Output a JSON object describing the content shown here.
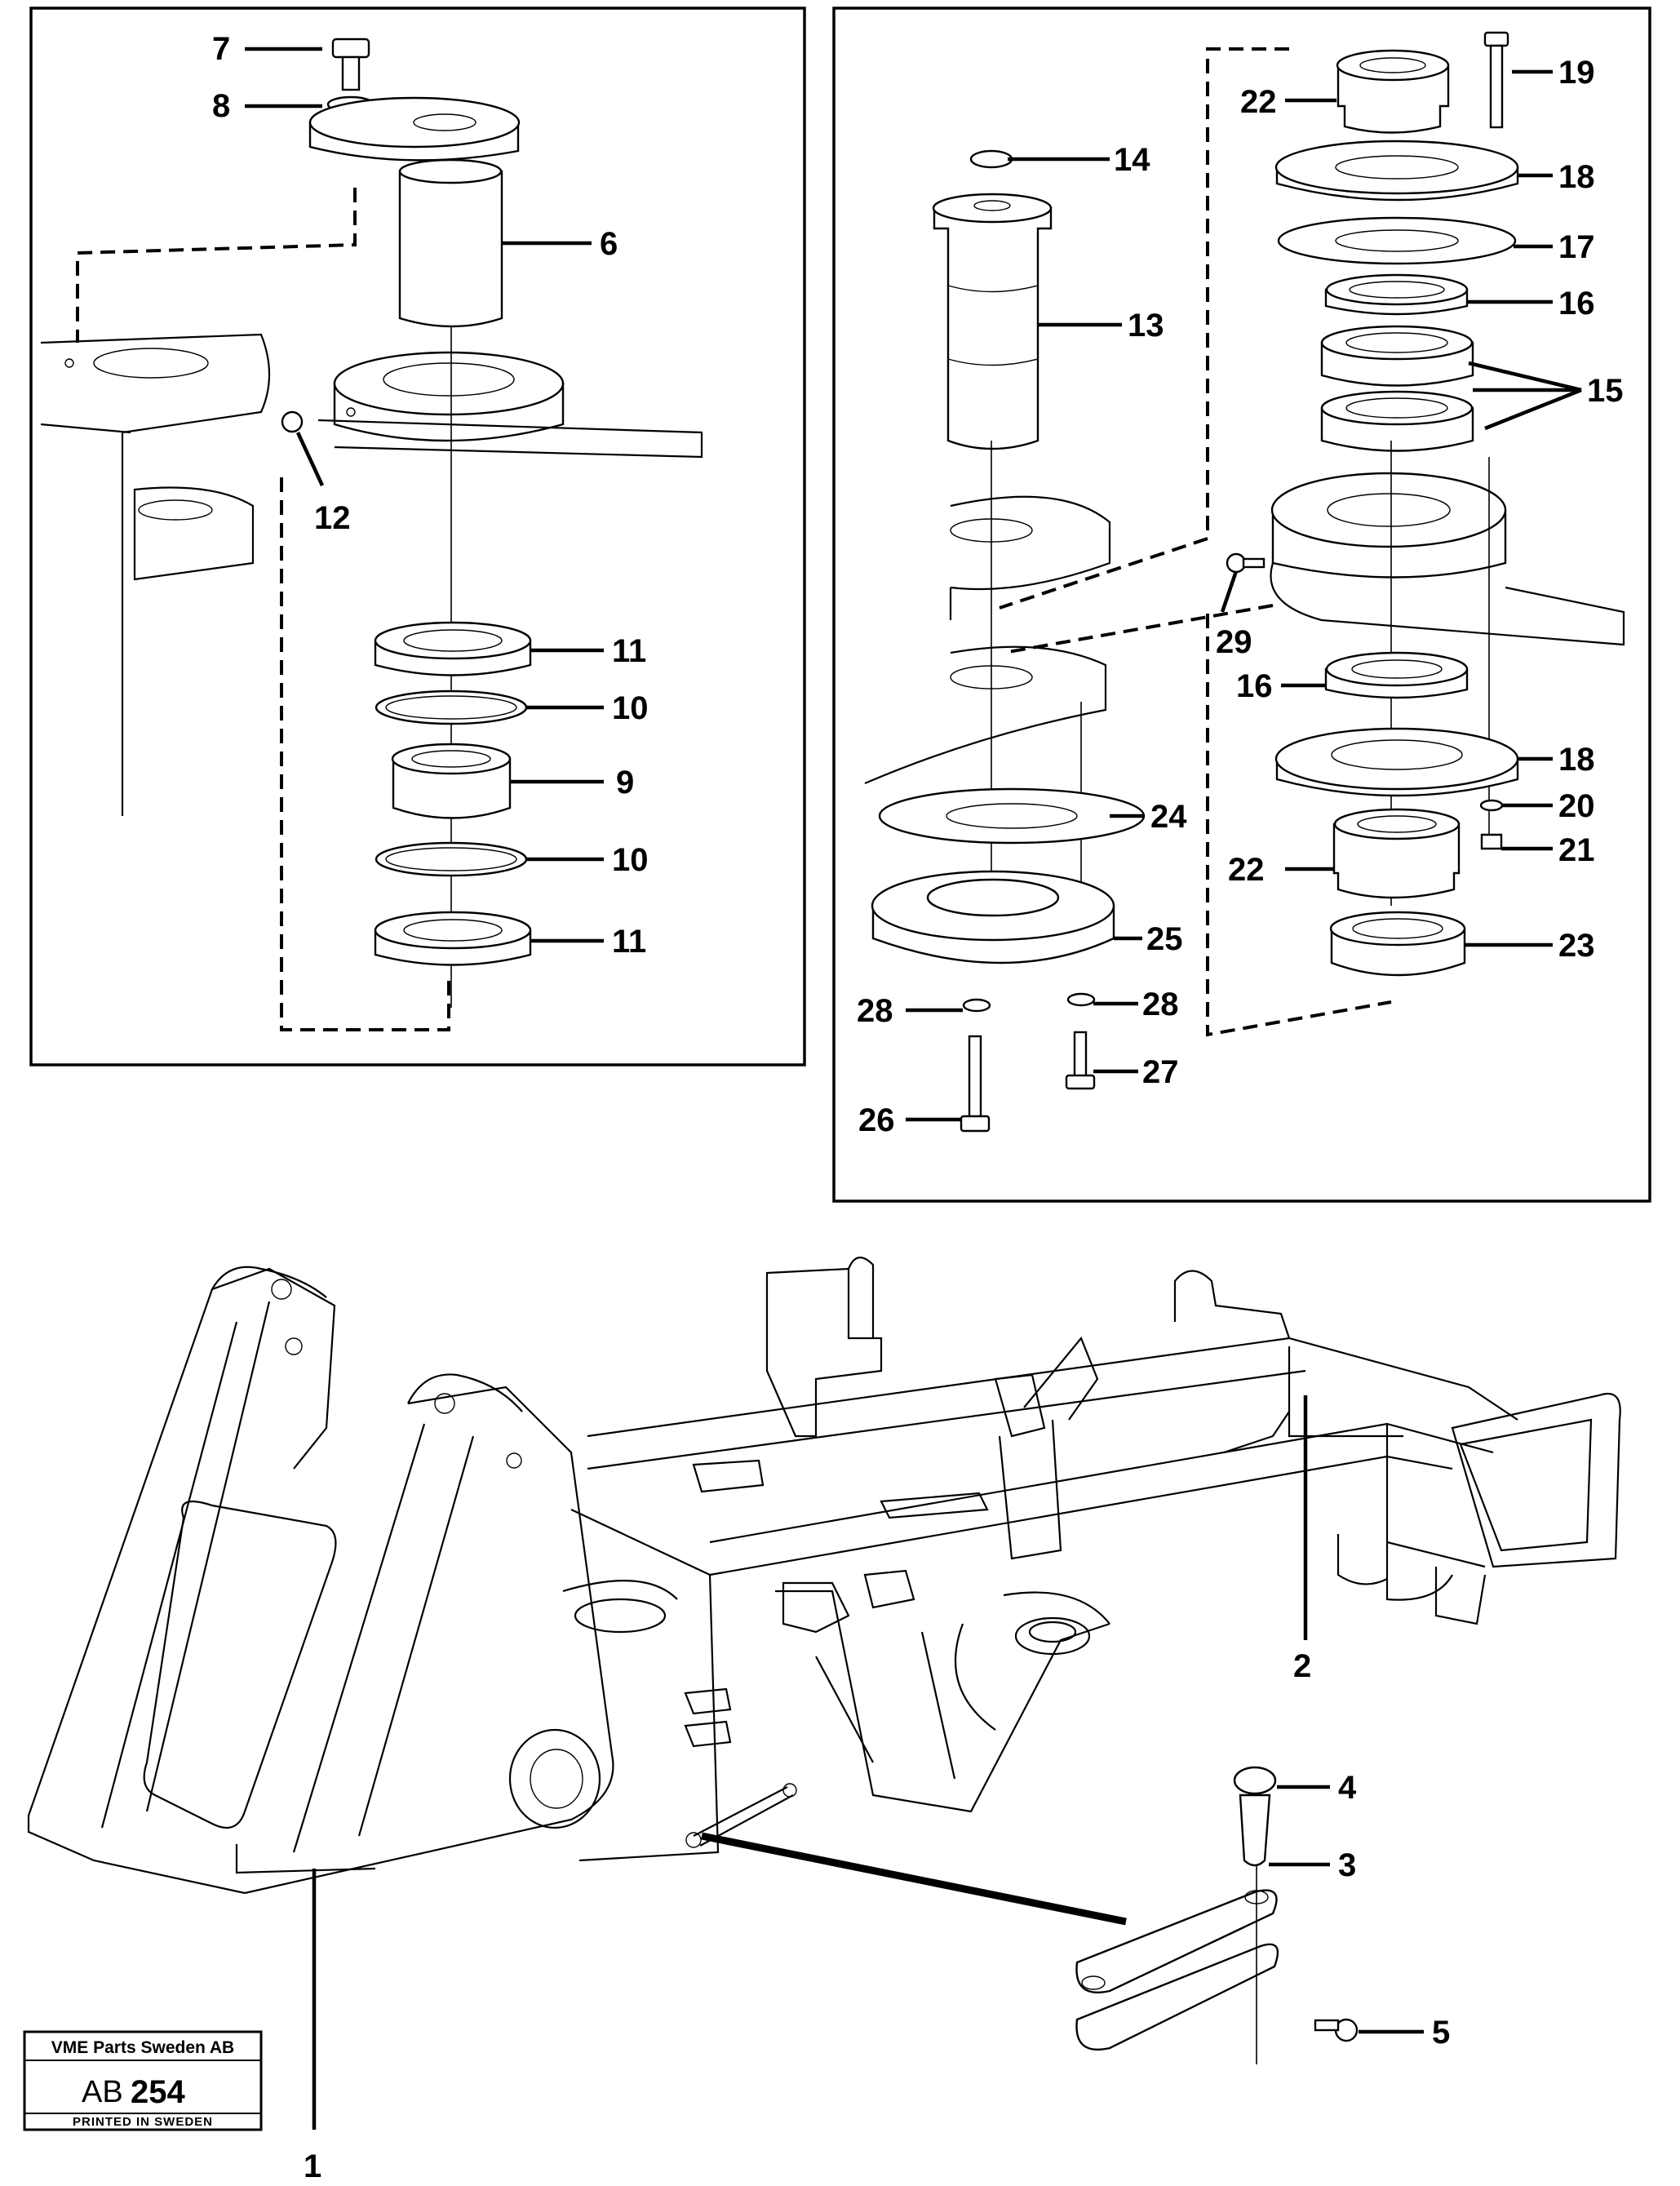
{
  "callouts": {
    "c1": "1",
    "c2": "2",
    "c3": "3",
    "c4": "4",
    "c5": "5",
    "c6": "6",
    "c7": "7",
    "c8": "8",
    "c9": "9",
    "c10a": "10",
    "c10b": "10",
    "c11a": "11",
    "c11b": "11",
    "c12": "12",
    "c13": "13",
    "c14": "14",
    "c15": "15",
    "c16a": "16",
    "c16b": "16",
    "c17": "17",
    "c18a": "18",
    "c18b": "18",
    "c19": "19",
    "c20": "20",
    "c21": "21",
    "c22a": "22",
    "c22b": "22",
    "c23": "23",
    "c24": "24",
    "c25": "25",
    "c26": "26",
    "c27": "27",
    "c28a": "28",
    "c28b": "28",
    "c29": "29"
  },
  "stamp": {
    "company": "VME Parts Sweden AB",
    "code_prefix": "AB",
    "code_number": "254",
    "printed": "PRINTED IN SWEDEN"
  }
}
